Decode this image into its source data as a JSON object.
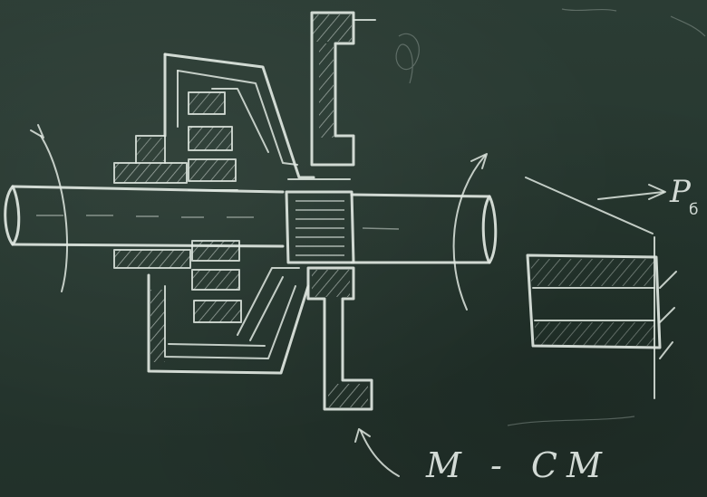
{
  "caption": "M - CM",
  "force_label": "P",
  "force_subscript": "б"
}
